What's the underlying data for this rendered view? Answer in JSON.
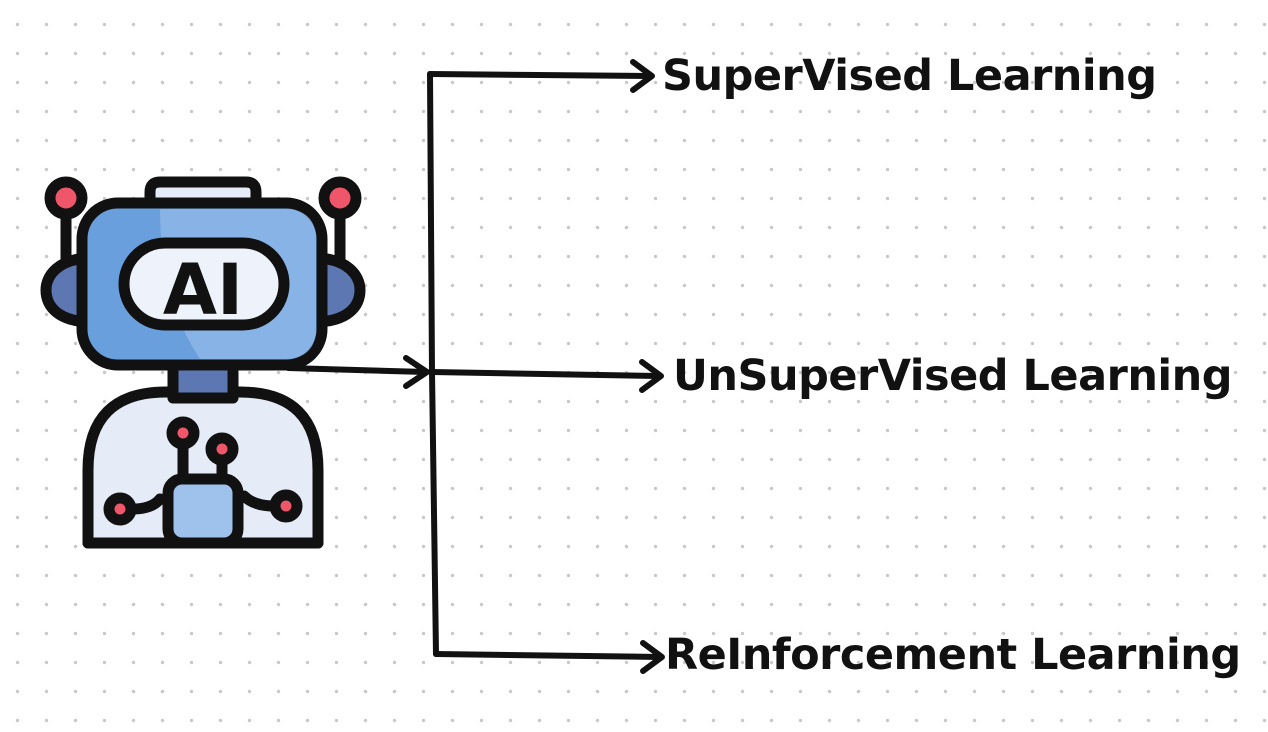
{
  "robot": {
    "face_text": "AI",
    "icon": "robot-icon",
    "colors": {
      "outline": "#111111",
      "head": "#6a9fde",
      "head_light": "#9ec2ec",
      "ears": "#5d77b3",
      "antenna_tip": "#f0566a",
      "body": "#e6ecf7",
      "body_highlight": "#f3f6fc",
      "visor": "#eef2fa"
    }
  },
  "branches": [
    {
      "label": "SuperVised Learning"
    },
    {
      "label": "UnSuperVised Learning"
    },
    {
      "label": "ReInforcement Learning"
    }
  ],
  "style": {
    "background": "#ffffff",
    "dot_color": "#c9c9c9",
    "arrow_color": "#111111"
  }
}
